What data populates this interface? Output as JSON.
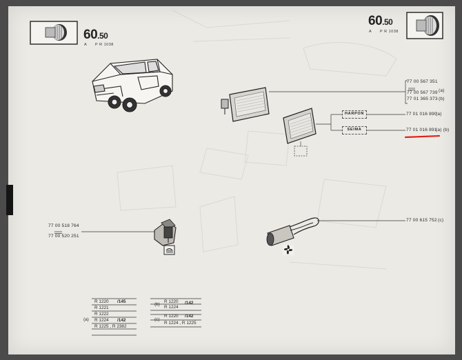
{
  "header": {
    "left_code": "60",
    "left_code_dec": ".50",
    "left_letter": "A",
    "left_ref": "P R 1038",
    "right_code": "60",
    "right_code_dec": ".50",
    "right_letter": "A",
    "right_ref": "P R 1038"
  },
  "parts": {
    "lamp_group": [
      "77 00 567 351",
      "77 00 567 739",
      "77 01 365 373"
    ],
    "lamp_group_flags": [
      "(a)",
      "(b)"
    ],
    "harpon_label": "HARPON",
    "seima_label": "SEIMA",
    "harpon_part": "77 01 016 890",
    "harpon_flag": "(a)",
    "seima_part": "77 01 016 891",
    "seima_flag": "(a) (b)",
    "wire_part": "77 00 615 752",
    "wire_flag": "(c)",
    "switch_parts": [
      "77 00 518 764",
      "77 00 520 251"
    ]
  },
  "applicability": {
    "a_label": "(a)",
    "a_rows": [
      {
        "model": "R 1220",
        "suffix": "/145"
      },
      {
        "model": "R 1221",
        "suffix": ""
      },
      {
        "model": "R 1222",
        "suffix": ""
      },
      {
        "model": "R 1224",
        "suffix": "/142"
      },
      {
        "model": "R 1225 , R 2382",
        "suffix": ""
      }
    ],
    "b_label": "(b)",
    "b_rows": [
      {
        "model": "R 1220",
        "suffix": "/142"
      },
      {
        "model": "R 1224",
        "suffix": ""
      }
    ],
    "c_label": "(c)",
    "c_rows": [
      {
        "model": "R 1220",
        "suffix": "/142"
      },
      {
        "model": "R 1224 , R 1225",
        "suffix": ""
      }
    ]
  },
  "colors": {
    "page": "#eceae5",
    "ink": "#2b2b2b",
    "highlight": "#e0201c",
    "background": "#4b4b4b"
  }
}
